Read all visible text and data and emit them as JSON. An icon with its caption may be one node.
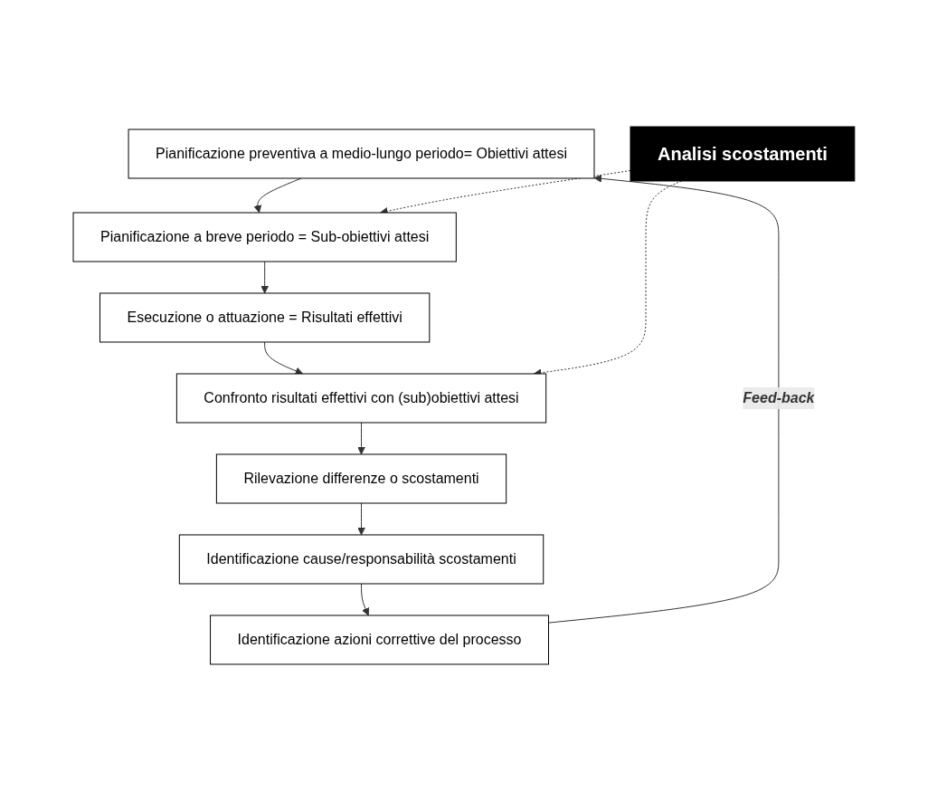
{
  "diagram": {
    "nodes": [
      {
        "text": [
          "Pianificazione preventiva a medio-lungo periodo= Obiettivi attesi"
        ]
      },
      {
        "text": [
          "Pianificazione a breve periodo = Sub-obiettivi attesi"
        ]
      },
      {
        "text": [
          "Esecuzione o attuazione = Risultati effettivi"
        ]
      },
      {
        "text": [
          "Confronto risultati effettivi con (sub)obiettivi attesi"
        ]
      },
      {
        "text": [
          "Rilevazione differenze o scostamenti"
        ]
      },
      {
        "text": [
          "Identificazione cause/responsabilità scostamenti"
        ]
      },
      {
        "text": [
          "Identificazione azioni correttive del processo"
        ]
      },
      {
        "text": [
          "Analisi scostamenti"
        ]
      }
    ],
    "edges": [
      {
        "from": 0,
        "to": 1,
        "arrow": "to"
      },
      {
        "from": 1,
        "to": 2,
        "arrow": "to"
      },
      {
        "from": 2,
        "to": 3,
        "arrow": "to"
      },
      {
        "from": 3,
        "to": 4,
        "arrow": "to"
      },
      {
        "from": 4,
        "to": 5,
        "arrow": "to"
      },
      {
        "from": 5,
        "to": 6,
        "arrow": "to"
      },
      {
        "from": 6,
        "to": 0,
        "arrow": "to",
        "label": "Feed-back"
      },
      {
        "from": 7,
        "to": 1,
        "arrow": "to",
        "style": "dashed"
      },
      {
        "from": 7,
        "to": 3,
        "arrow": "to",
        "style": "dashed"
      }
    ]
  }
}
